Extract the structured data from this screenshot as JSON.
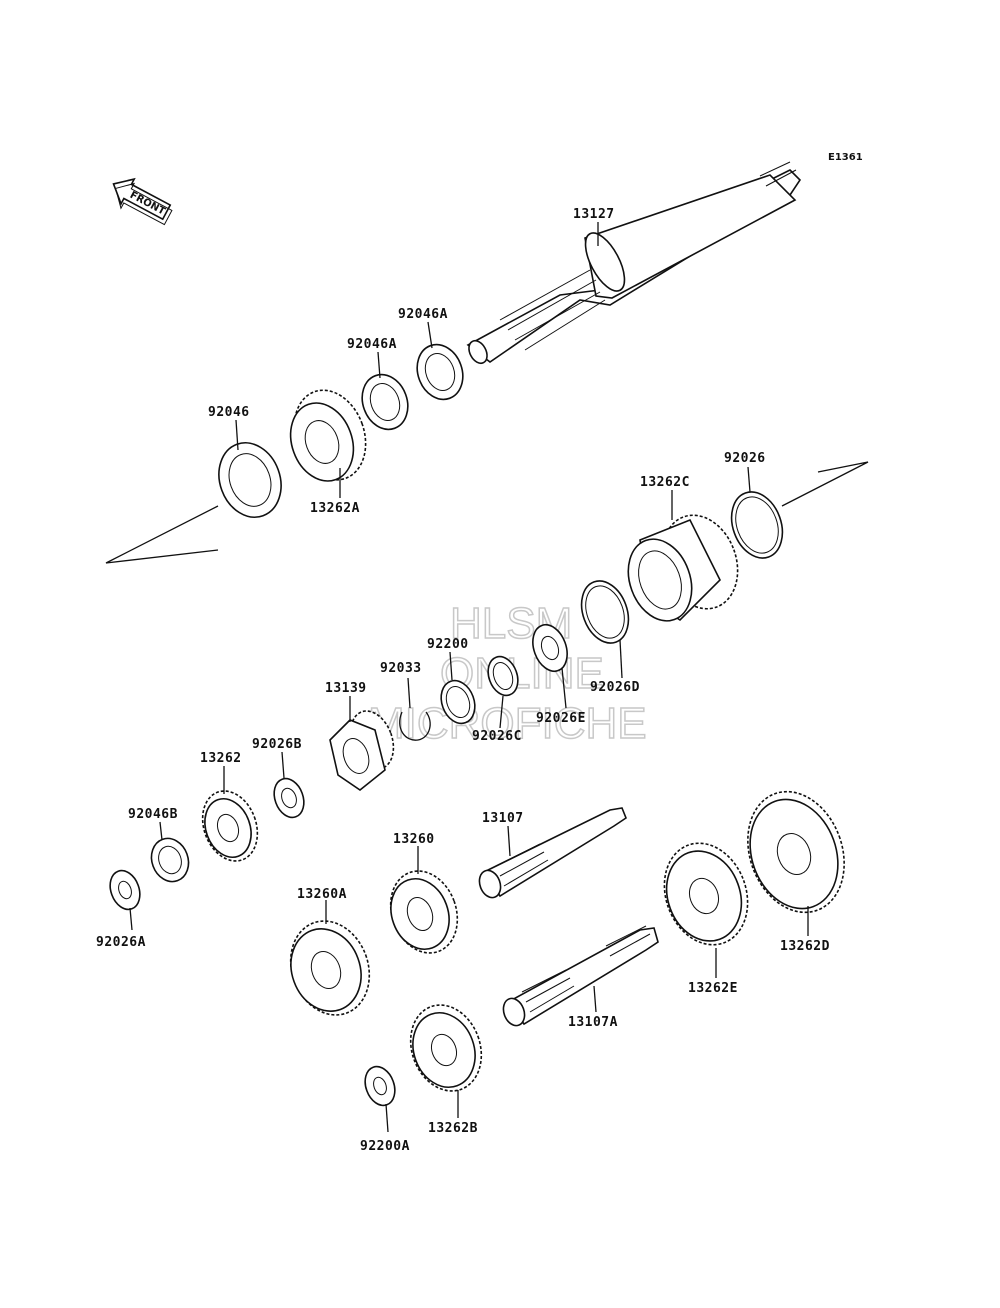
{
  "diagram_code": "E1361",
  "front_label": "FRONT",
  "watermark": {
    "line1": "HLSM",
    "line2": "ONLINE",
    "line3": "MICROFICHE"
  },
  "callouts": {
    "p13127": "13127",
    "p92046A_top": "92046A",
    "p92046A_mid": "92046A",
    "p92046": "92046",
    "p13262A": "13262A",
    "p92026": "92026",
    "p13262C": "13262C",
    "p92200": "92200",
    "p92033": "92033",
    "p13139": "13139",
    "p92026D": "92026D",
    "p92026E": "92026E",
    "p92026C": "92026C",
    "p92026B": "92026B",
    "p13262": "13262",
    "p92046B": "92046B",
    "p92026A": "92026A",
    "p13107": "13107",
    "p13260": "13260",
    "p13260A": "13260A",
    "p13262D": "13262D",
    "p13262E": "13262E",
    "p13107A": "13107A",
    "p13262B": "13262B",
    "p92200A": "92200A"
  }
}
